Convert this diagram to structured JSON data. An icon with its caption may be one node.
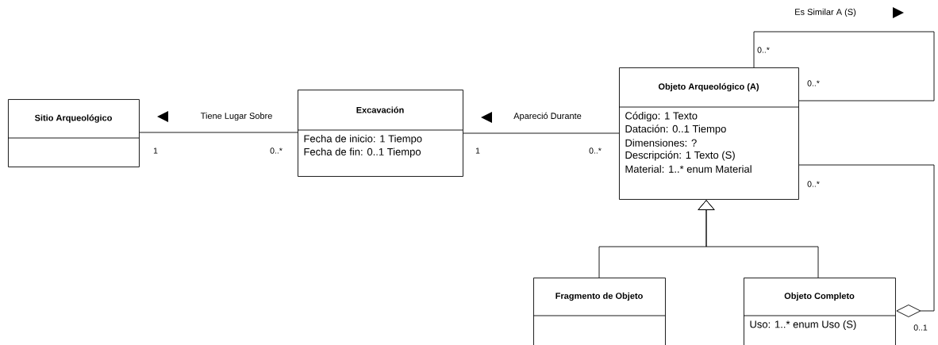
{
  "diagram": {
    "nodes": [
      {
        "text": [
          "Sitio Arqueológico"
        ]
      },
      {
        "text": [
          "Excavación",
          "Fecha de inicio: 1 Tiempo",
          "Fecha de fin: 0..1 Tiempo"
        ]
      },
      {
        "text": [
          "Objeto Arqueológico (A)",
          "Código: 1 Texto",
          "Datación: 0..1 Tiempo",
          "Dimensiones: ?",
          "Descripción: 1 Texto (S)",
          "Material: 1..* enum Material"
        ]
      },
      {
        "text": [
          "Fragmento de Objeto"
        ]
      },
      {
        "text": [
          "Objeto Completo",
          "Uso: 1..* enum Uso (S)"
        ]
      }
    ],
    "edges": [
      {
        "from": 1,
        "to": 0,
        "arrow": "none",
        "label": "Tiene Lugar Sobre"
      },
      {
        "from": 2,
        "to": 1,
        "arrow": "none",
        "label": "Apareció Durante"
      },
      {
        "from": 2,
        "to": 2,
        "arrow": "none",
        "label": "Es Similar A (S)"
      },
      {
        "from": 3,
        "to": 2,
        "arrow": "to"
      },
      {
        "from": 4,
        "to": 2,
        "arrow": "to"
      },
      {
        "from": 2,
        "to": 4,
        "arrow": "other"
      }
    ],
    "labels": [
      "0..*",
      "0..*",
      "1",
      "0..*",
      "1",
      "0..*",
      "0..*",
      "0..1"
    ]
  }
}
